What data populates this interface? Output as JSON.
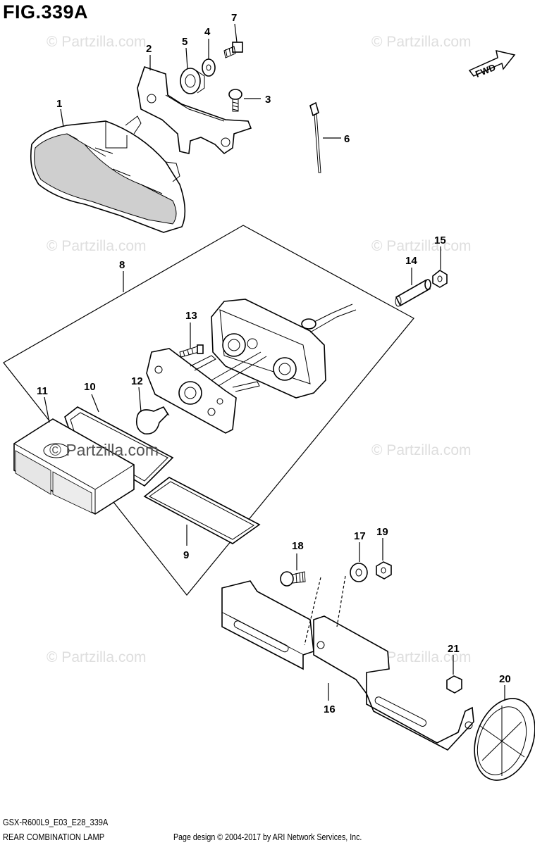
{
  "figure": {
    "title": "FIG.339A",
    "code": "GSX-R600L9_E03_E28_339A",
    "name": "REAR COMBINATION LAMP",
    "credit": "Page design © 2004-2017 by ARI Network Services, Inc.",
    "direction_label": "FWD"
  },
  "watermark": {
    "small": "© Partzilla.com",
    "large": "© Partzilla.com"
  },
  "parts": [
    "1",
    "2",
    "3",
    "4",
    "5",
    "6",
    "7",
    "8",
    "9",
    "10",
    "11",
    "12",
    "13",
    "14",
    "15",
    "16",
    "17",
    "18",
    "19",
    "20",
    "21"
  ],
  "colors": {
    "ink": "#000000",
    "watermark": "#dedede",
    "background": "#ffffff"
  }
}
